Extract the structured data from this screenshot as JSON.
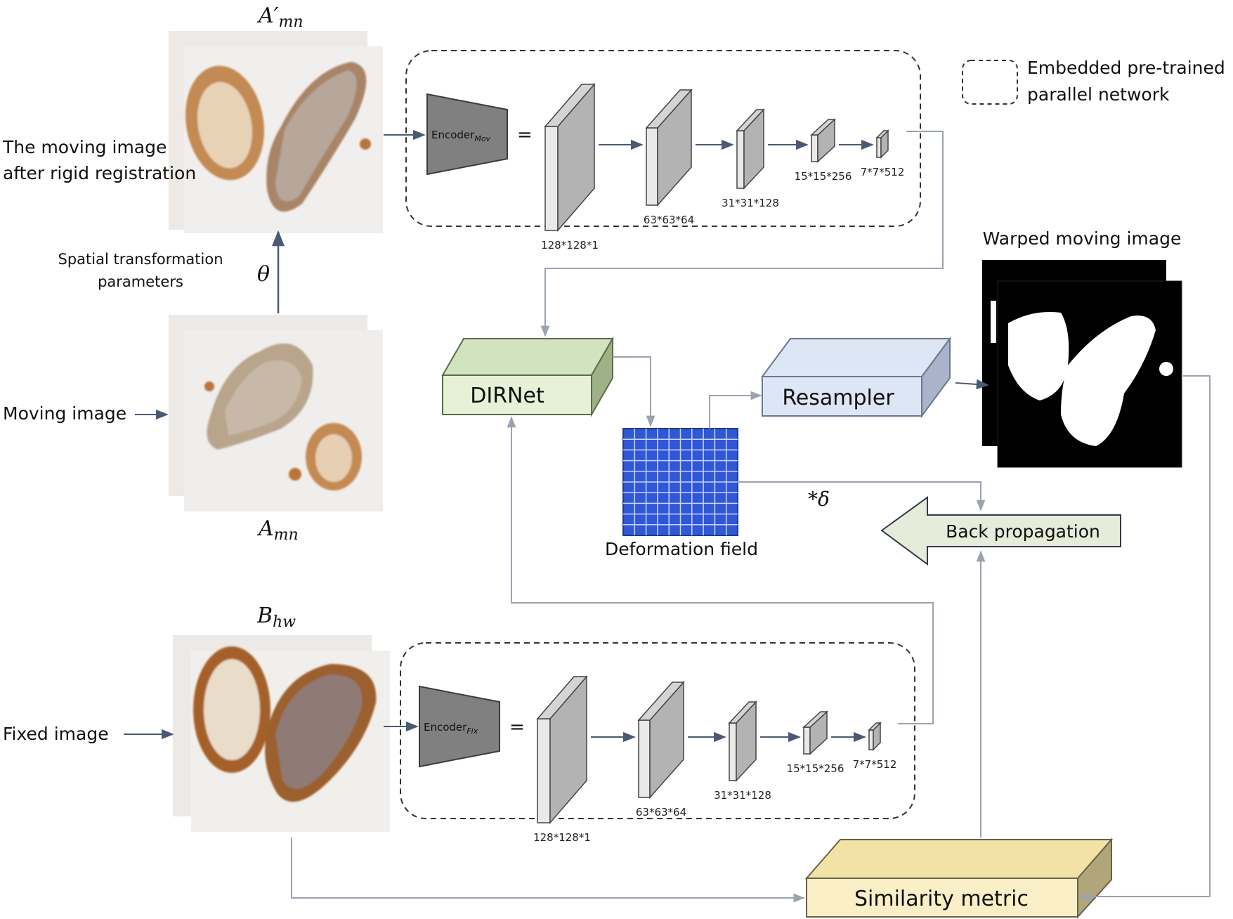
{
  "labels": {
    "a_prime": "A′",
    "a_prime_sub": "mn",
    "a": "A",
    "a_sub": "mn",
    "b": "B",
    "b_sub": "hw",
    "theta": "θ",
    "delta": "*δ",
    "moving_after_rigid_1": "The moving image",
    "moving_after_rigid_2": "after rigid registration",
    "spatial_1": "Spatial transformation",
    "spatial_2": "parameters",
    "moving_image": "Moving image",
    "fixed_image": "Fixed image",
    "legend_1": "Embedded pre-trained",
    "legend_2": "parallel network",
    "warped": "Warped moving image",
    "dirnet": "DIRNet",
    "resampler": "Resampler",
    "deformation": "Deformation field",
    "backprop": "Back propagation",
    "similarity": "Similarity metric",
    "eq": "="
  },
  "encoders": [
    {
      "name": "Encoder",
      "sub": "Mov",
      "sizes": [
        "128*128*1",
        "63*63*64",
        "31*31*128",
        "15*15*256",
        "7*7*512"
      ]
    },
    {
      "name": "Encoder",
      "sub": "Fix",
      "sizes": [
        "128*128*1",
        "63*63*64",
        "31*31*128",
        "15*15*256",
        "7*7*512"
      ]
    }
  ],
  "colors": {
    "arrow": "#4a5a72",
    "line": "#9aa3b0",
    "dirnet": "#e6f2d8",
    "resampler": "#dde6f5",
    "backprop": "#e6ecd9",
    "similarity": "#fbefc8",
    "grid": "#2f57d6",
    "tissue": "#b87438"
  }
}
